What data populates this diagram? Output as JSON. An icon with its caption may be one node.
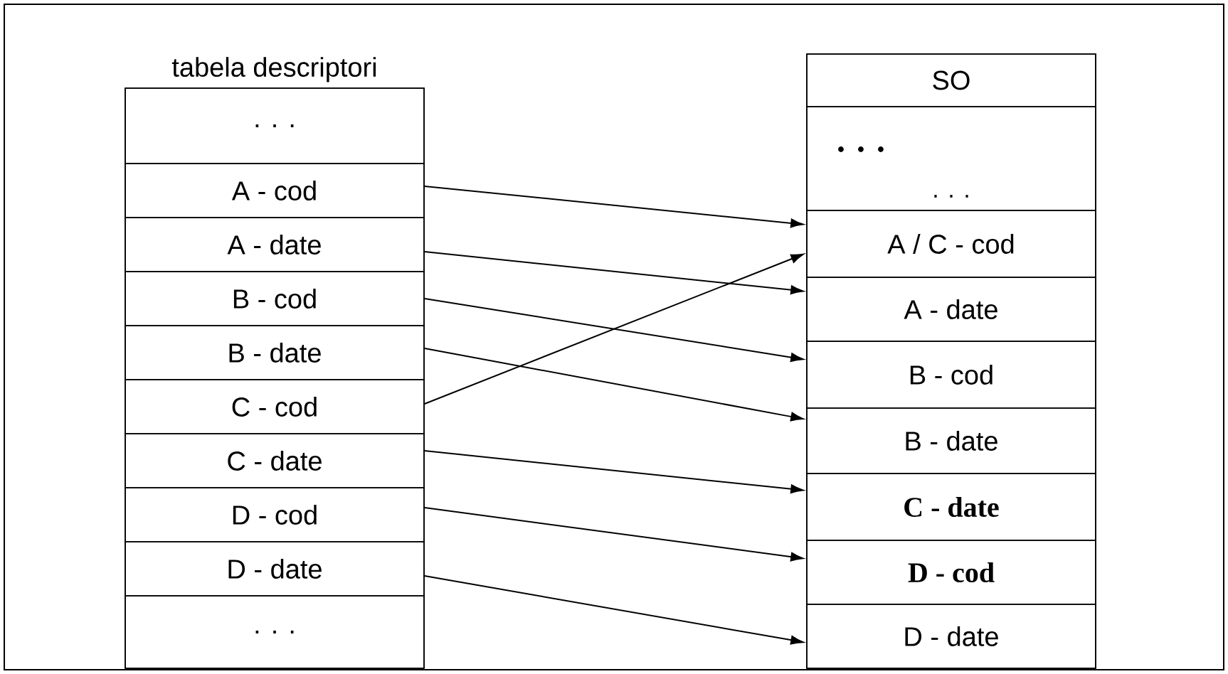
{
  "diagram": {
    "nodes": [
      {
        "text": [
          "tabela descriptori"
        ]
      },
      {
        "text": [
          ". . ."
        ],
        "in": 0
      },
      {
        "text": [
          "A - cod"
        ],
        "in": 0
      },
      {
        "text": [
          "A - date"
        ],
        "in": 0
      },
      {
        "text": [
          "B - cod"
        ],
        "in": 0
      },
      {
        "text": [
          "B - date"
        ],
        "in": 0
      },
      {
        "text": [
          "C - cod"
        ],
        "in": 0
      },
      {
        "text": [
          "C - date"
        ],
        "in": 0
      },
      {
        "text": [
          "D - cod"
        ],
        "in": 0
      },
      {
        "text": [
          "D - date"
        ],
        "in": 0
      },
      {
        "text": [
          ". . ."
        ],
        "in": 0
      },
      {
        "text": [],
        "shape": "box"
      },
      {
        "text": [
          "SO"
        ],
        "in": 11
      },
      {
        "text": [
          ". . .",
          ". . ."
        ],
        "in": 11
      },
      {
        "text": [
          "A / C - cod"
        ],
        "in": 11
      },
      {
        "text": [
          "A - date"
        ],
        "in": 11
      },
      {
        "text": [
          "B - cod"
        ],
        "in": 11
      },
      {
        "text": [
          "B - date"
        ],
        "in": 11
      },
      {
        "text": [
          "C - date"
        ],
        "in": 11
      },
      {
        "text": [
          "D - cod"
        ],
        "in": 11
      },
      {
        "text": [
          "D - date"
        ],
        "in": 11
      }
    ],
    "edges": [
      {
        "from": 2,
        "to": 14,
        "arrow": "to"
      },
      {
        "from": 3,
        "to": 15,
        "arrow": "to"
      },
      {
        "from": 4,
        "to": 16,
        "arrow": "to"
      },
      {
        "from": 5,
        "to": 17,
        "arrow": "to"
      },
      {
        "from": 6,
        "to": 14,
        "arrow": "to"
      },
      {
        "from": 7,
        "to": 18,
        "arrow": "to"
      },
      {
        "from": 8,
        "to": 19,
        "arrow": "to"
      },
      {
        "from": 9,
        "to": 20,
        "arrow": "to"
      }
    ]
  }
}
